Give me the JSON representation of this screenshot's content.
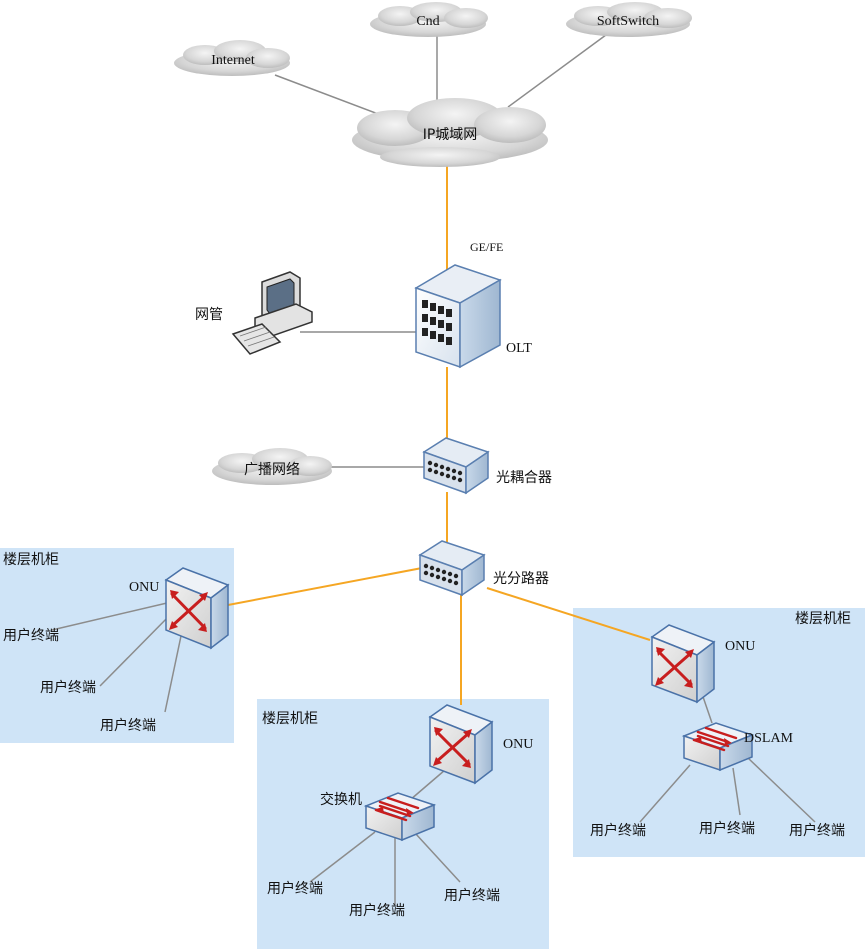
{
  "clouds": {
    "internet": "Internet",
    "cnd": "Cnd",
    "softswitch": "SoftSwitch",
    "ip_metro": "IP城域网",
    "broadcast": "广播网络"
  },
  "devices": {
    "olt": "OLT",
    "olt_link": "GE/FE",
    "nms": "网管",
    "coupler": "光耦合器",
    "splitter": "光分路器",
    "onu": "ONU",
    "switch": "交换机",
    "dslam": "DSLAM"
  },
  "cabinets": {
    "label": "楼层机柜"
  },
  "terminal": "用户终端",
  "colors": {
    "fiber": "#f5a623",
    "copper": "#8c8c8c",
    "cabinet_fill": "#cfe4f7"
  }
}
